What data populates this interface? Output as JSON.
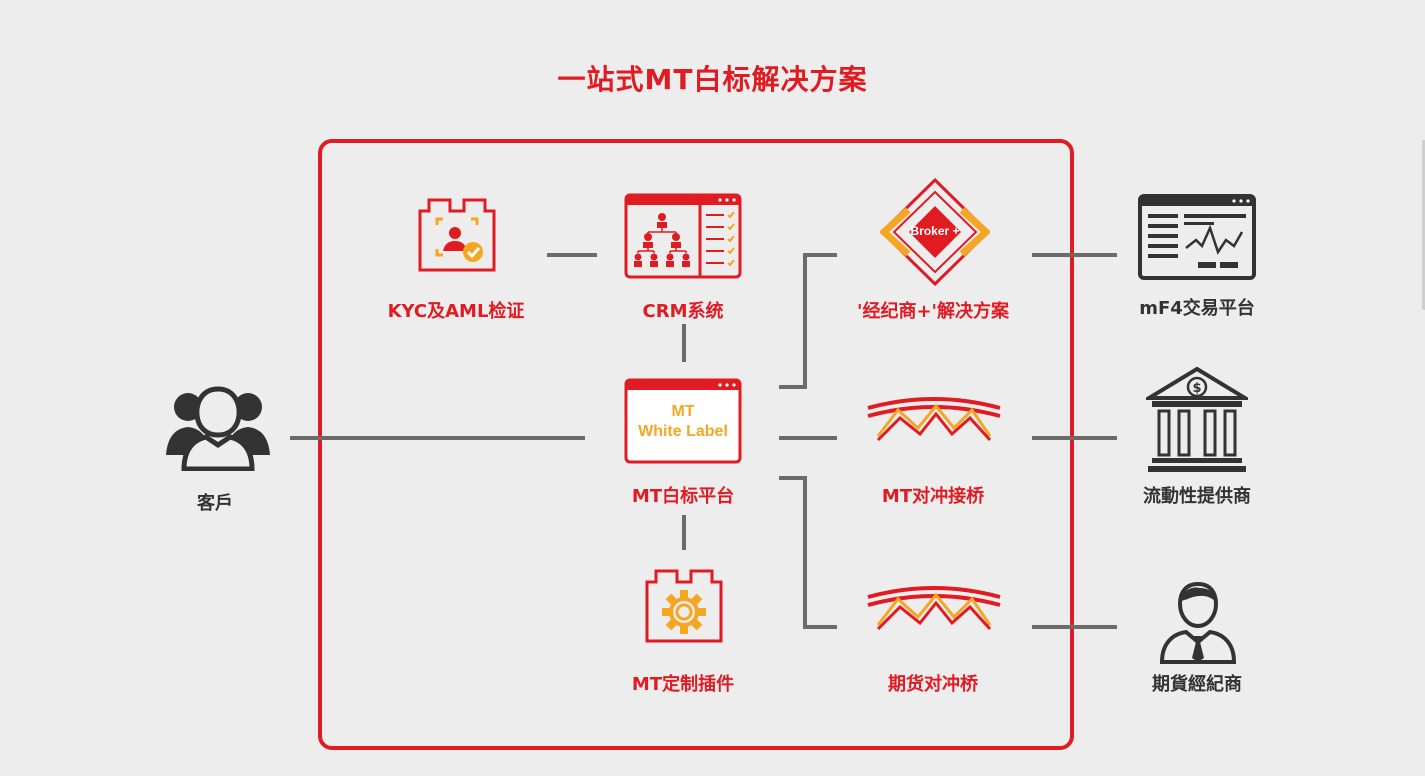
{
  "title": "一站式MT白标解决方案",
  "colors": {
    "accent": "#e01b22",
    "secondary": "#f5a623",
    "dark": "#333333",
    "line": "#6b6b6b",
    "background": "#eeeded"
  },
  "nodes": {
    "client": {
      "label": "客戶",
      "icon": "users-icon"
    },
    "kyc": {
      "label": "KYC及AML检证",
      "icon": "id-verify-icon"
    },
    "crm": {
      "label": "CRM系统",
      "icon": "org-chart-icon"
    },
    "mt_platform": {
      "label": "MT白标平台",
      "icon": "window-icon",
      "icon_text_1": "MT",
      "icon_text_2": "White Label"
    },
    "plugin": {
      "label": "MT定制插件",
      "icon": "gear-icon"
    },
    "broker_plus": {
      "label": "'经纪商+'解决方案",
      "icon": "broker-plus-icon",
      "icon_text": "Broker +"
    },
    "hedge_bridge": {
      "label": "MT对冲接桥",
      "icon": "bridge-icon"
    },
    "futures_bridge": {
      "label": "期货对冲桥",
      "icon": "bridge-icon"
    },
    "mf4": {
      "label": "mF4交易平台",
      "icon": "trading-terminal-icon"
    },
    "liquidity": {
      "label": "流動性提供商",
      "icon": "bank-icon"
    },
    "futures_broker": {
      "label": "期貨經紀商",
      "icon": "businessman-icon"
    }
  }
}
